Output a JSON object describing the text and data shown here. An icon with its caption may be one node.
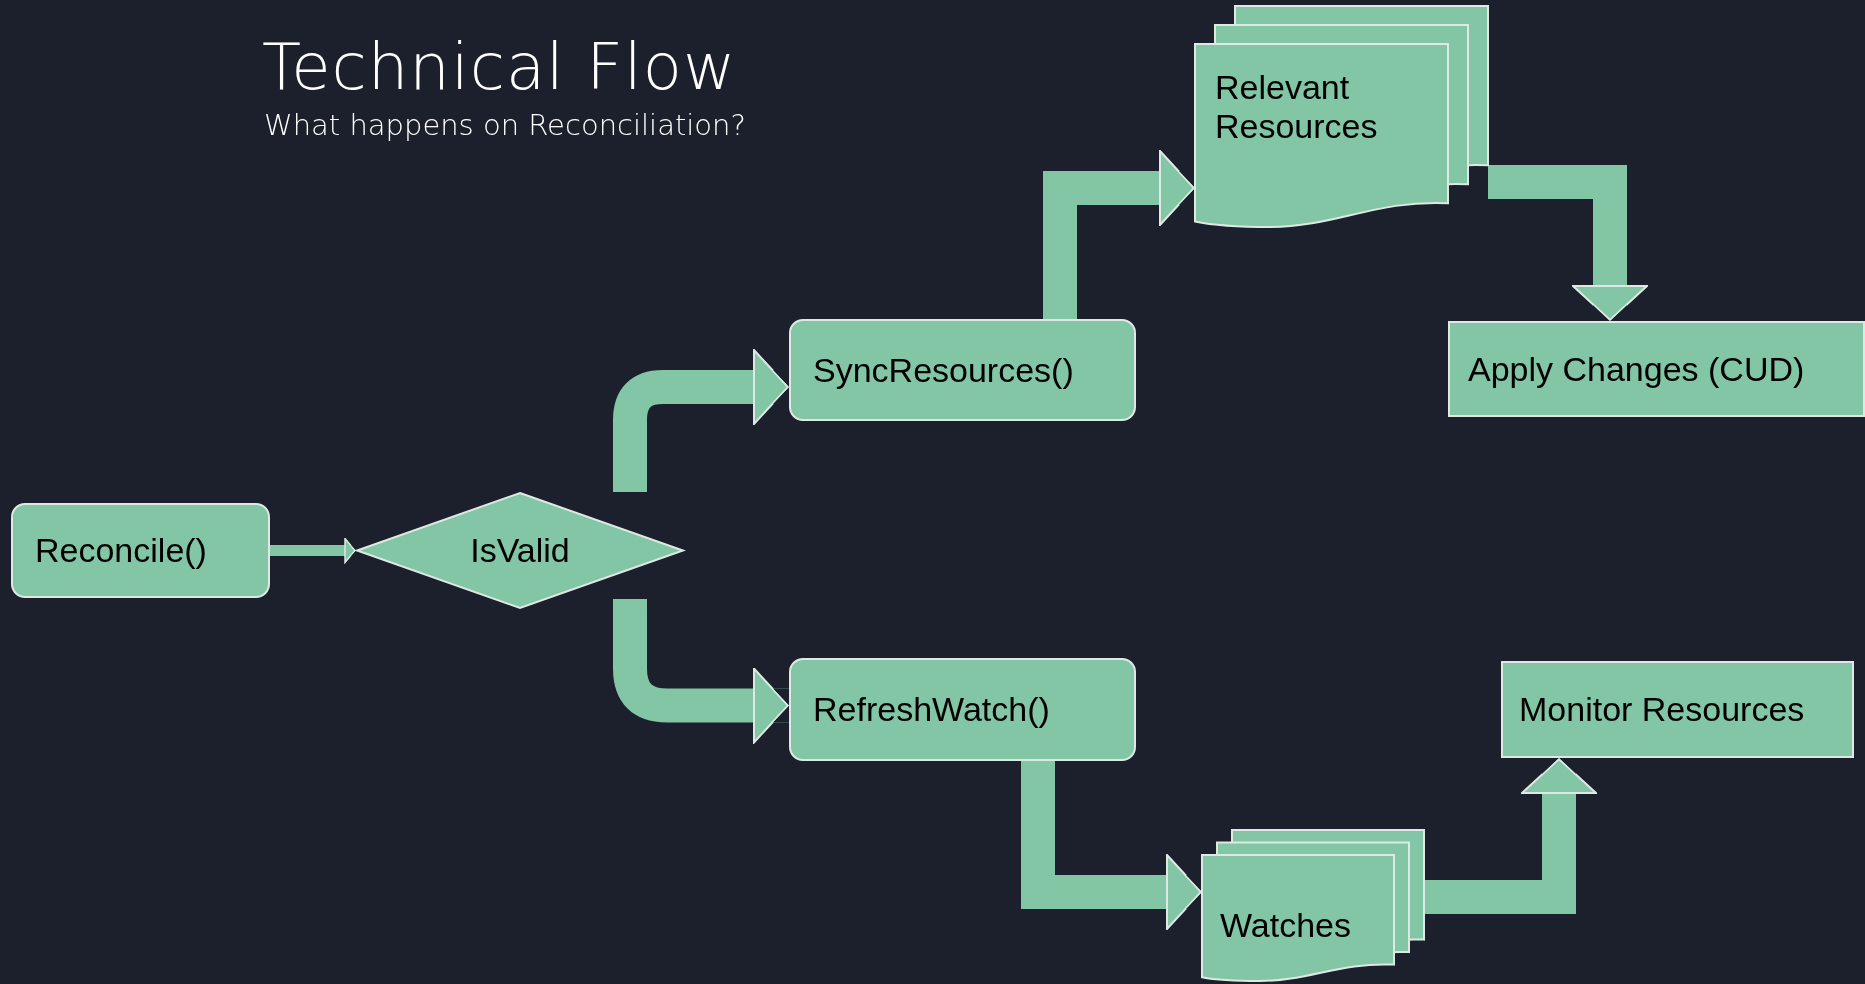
{
  "diagram": {
    "title": "Technical Flow",
    "nodes": [
      {
        "text": [
          "Reconcile()"
        ]
      },
      {
        "text": [
          "IsValid"
        ]
      },
      {
        "text": [
          "SyncResources()"
        ]
      },
      {
        "text": [
          "RefreshWatch()"
        ]
      },
      {
        "text": [
          "Relevant Resources"
        ]
      },
      {
        "text": [
          "Apply Changes (CUD)"
        ]
      },
      {
        "text": [
          "Watches"
        ]
      },
      {
        "text": [
          "Monitor Resources"
        ]
      }
    ],
    "edges": [
      {
        "from": 0,
        "to": 1,
        "arrow": "to"
      },
      {
        "from": 1,
        "to": 2,
        "arrow": "to"
      },
      {
        "from": 1,
        "to": 3,
        "arrow": "to"
      },
      {
        "from": 2,
        "to": 4,
        "arrow": "to"
      },
      {
        "from": 4,
        "to": 5,
        "arrow": "to"
      },
      {
        "from": 3,
        "to": 6,
        "arrow": "to"
      },
      {
        "from": 6,
        "to": 7,
        "arrow": "to"
      }
    ],
    "labels": [
      "What happens on Reconciliation?"
    ]
  }
}
